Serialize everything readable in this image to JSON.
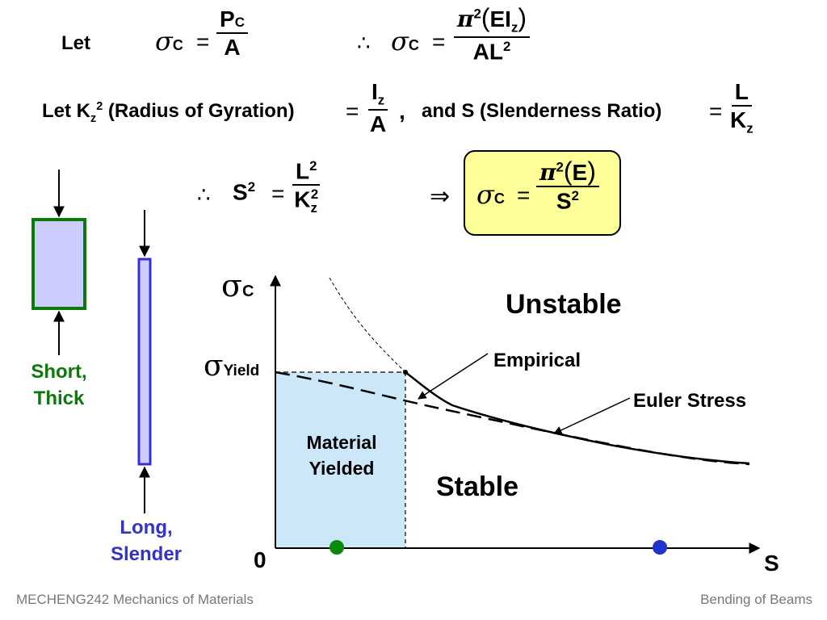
{
  "row1": {
    "let": "Let",
    "sigma": "σ",
    "c": "C",
    "equals": "=",
    "pc_p": "P",
    "pc_c": "C",
    "a": "A",
    "therefore": "∴",
    "pi": "π",
    "two": "2",
    "ei": "EI",
    "z": "z",
    "al": "AL"
  },
  "row2": {
    "let_k": "Let K",
    "z": "z",
    "two": "2",
    "radius": "(Radius of Gyration)",
    "equals": "=",
    "i": "I",
    "a": "A",
    "comma": ",",
    "and_s": "and S (Slenderness Ratio)",
    "l": "L",
    "k": "K"
  },
  "row3": {
    "therefore": "∴",
    "s": "S",
    "two": "2",
    "equals": "=",
    "l": "L",
    "k": "K",
    "z": "z",
    "implies": "⇒",
    "sigma": "σ",
    "c": "C",
    "pi": "π",
    "e": "E",
    "highlight_color": "#ffff99"
  },
  "columns": {
    "short_label_1": "Short,",
    "short_label_2": "Thick",
    "short_color": "#0a7a0a",
    "short_fill": "#ccccff",
    "long_label_1": "Long,",
    "long_label_2": "Slender",
    "long_color": "#3333cc"
  },
  "graph": {
    "y_sigma": "σ",
    "y_c": "C",
    "yield_sigma": "σ",
    "yield_sub": "Yield",
    "origin": "0",
    "x_label": "S",
    "unstable": "Unstable",
    "stable": "Stable",
    "material_1": "Material",
    "material_2": "Yielded",
    "empirical": "Empirical",
    "euler": "Euler Stress",
    "region_fill": "#cce8f8",
    "green_dot": "#0a8a0a",
    "blue_dot": "#2233cc"
  },
  "footer": {
    "left": "MECHENG242 Mechanics of Materials",
    "right": "Bending of Beams"
  }
}
